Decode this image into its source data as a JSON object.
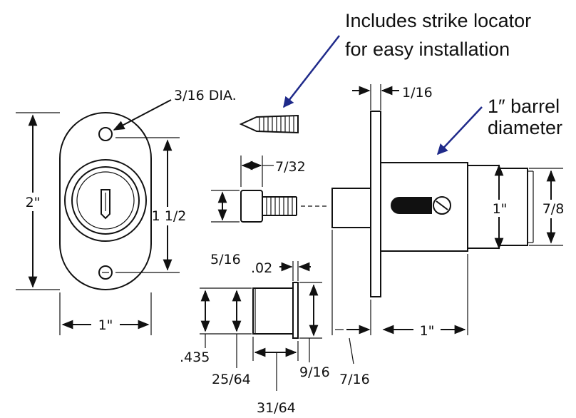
{
  "annotations": {
    "strike_note_line1": "Includes strike locator",
    "strike_note_line2": "for easy installation",
    "barrel_note_line1": "1″ barrel",
    "barrel_note_line2": "diameter"
  },
  "dimensions": {
    "hole_dia": "3/16 DIA.",
    "plate_height": "2\"",
    "hole_spacing": "1 1/2",
    "plate_width": "1\"",
    "plate_thickness": "1/16",
    "bolt_head_len": "7/32",
    "bolt_head_h": "5/16",
    "flange_thick": ".02",
    "strike_len": "31/64",
    "strike_body": ".435",
    "strike_inner": "25/64",
    "strike_flange": "9/16",
    "plunger_ext": "7/16",
    "body_len": "1\"",
    "barrel_dia": "1\"",
    "barrel_outer": "7/8"
  },
  "colors": {
    "arrow": "#1f2a8a",
    "ink": "#111111"
  }
}
